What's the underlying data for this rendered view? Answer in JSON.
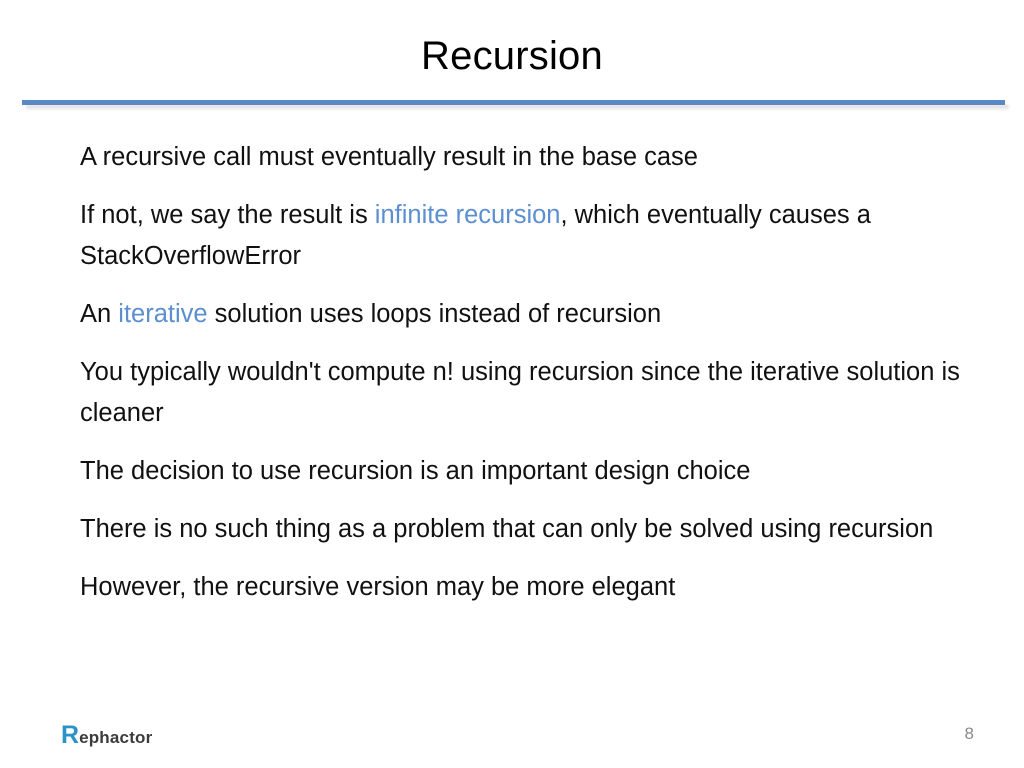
{
  "slide": {
    "title": "Recursion",
    "page_number": "8",
    "accent_color": "#5b8fd0",
    "rule_color": "#5b88c6",
    "text_color": "#111111"
  },
  "bullets": [
    {
      "id": "base-case",
      "segments": [
        {
          "text": "A recursive call must eventually result in the base case",
          "accent": false
        }
      ]
    },
    {
      "id": "infinite-recursion",
      "segments": [
        {
          "text": "If not, we say the result is ",
          "accent": false
        },
        {
          "text": "infinite recursion",
          "accent": true
        },
        {
          "text": ", which eventually causes a StackOverflowError",
          "accent": false
        }
      ]
    },
    {
      "id": "iterative-solution",
      "segments": [
        {
          "text": "An ",
          "accent": false
        },
        {
          "text": "iterative",
          "accent": true
        },
        {
          "text": " solution uses loops instead of recursion",
          "accent": false
        }
      ]
    },
    {
      "id": "factorial-iterative",
      "segments": [
        {
          "text": "You typically wouldn't compute n! using recursion since the iterative solution is cleaner",
          "accent": false
        }
      ]
    },
    {
      "id": "design-choice",
      "segments": [
        {
          "text": "The decision to use recursion is an important design choice",
          "accent": false
        }
      ]
    },
    {
      "id": "no-recursion-only-problem",
      "segments": [
        {
          "text": "There is no such thing as a problem that can only be solved using recursion",
          "accent": false
        }
      ]
    },
    {
      "id": "more-elegant",
      "segments": [
        {
          "text": "However, the recursive version may be more elegant",
          "accent": false
        }
      ]
    }
  ],
  "logo": {
    "initial": "R",
    "rest": "ephactor"
  }
}
